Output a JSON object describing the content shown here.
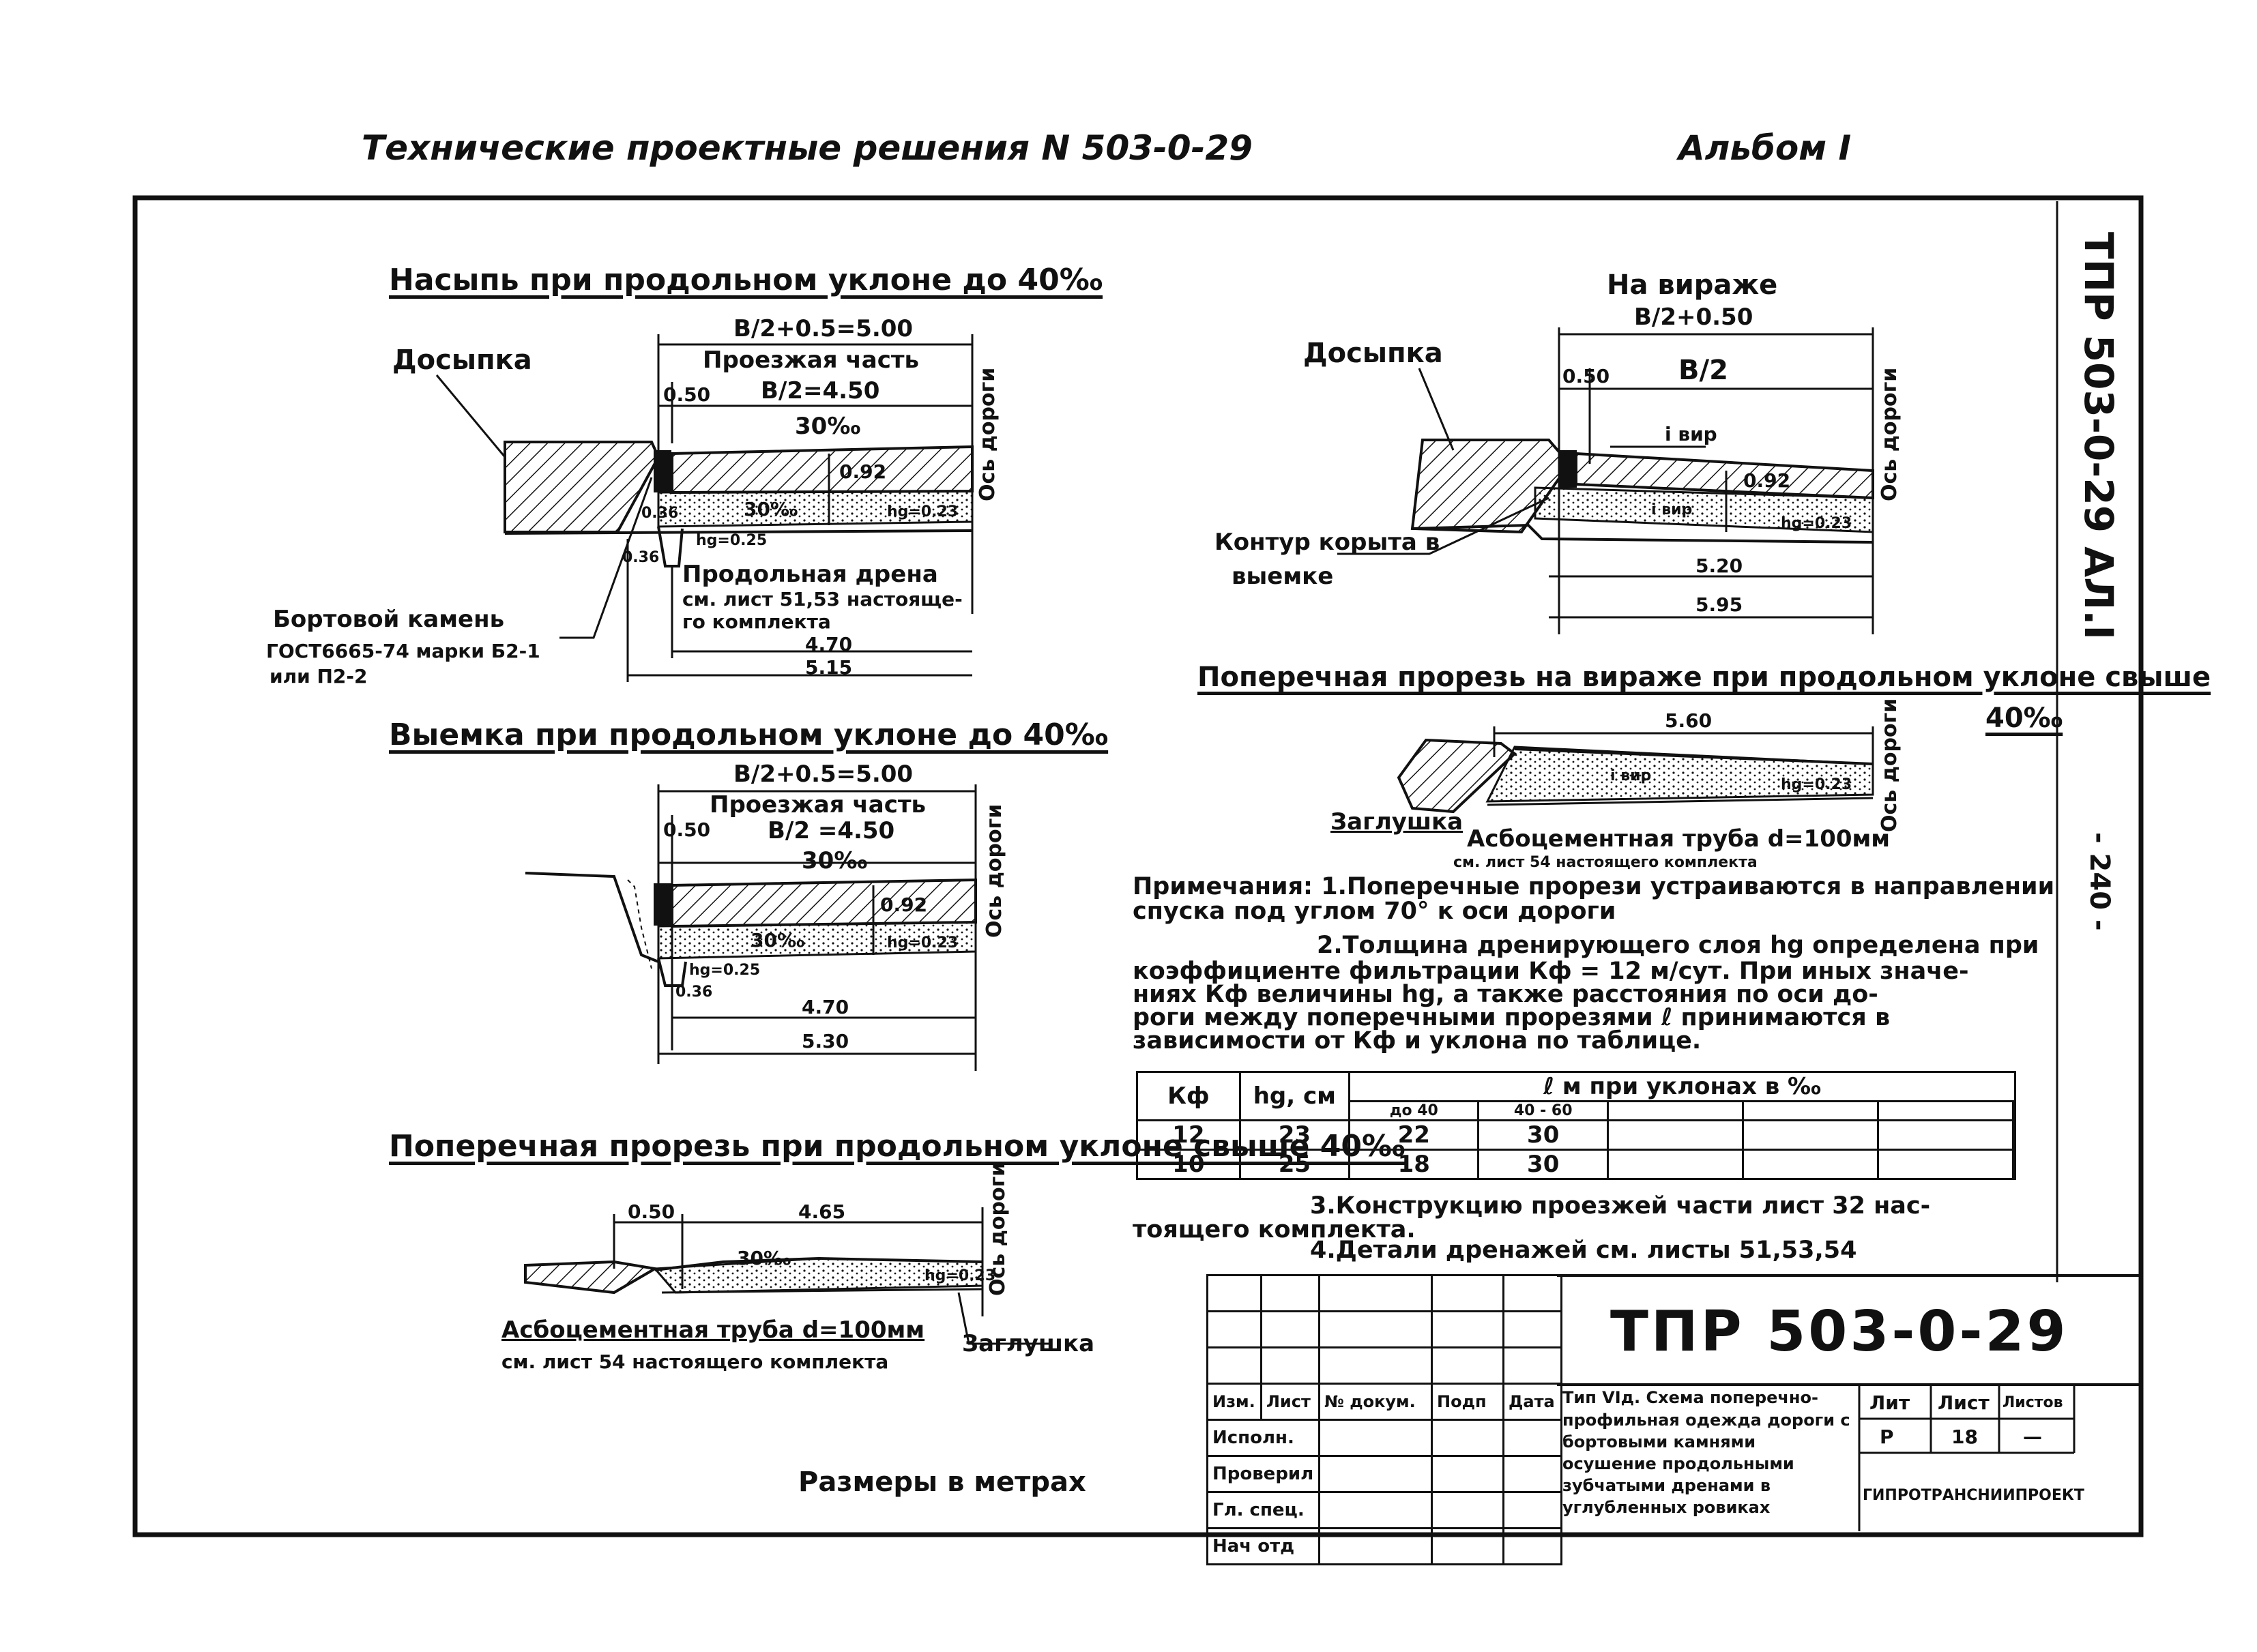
{
  "header": {
    "title": "Технические проектные решения N 503-0-29",
    "album": "Альбом I"
  },
  "side": {
    "code": "ТПР 503-0-29 АЛ.I",
    "page": "- 240 -"
  },
  "sections": {
    "fill": {
      "title": "Насыпь при продольном уклоне до 40‰",
      "top_dim": "B/2+0.5=5.00",
      "carriageway": "Проезжая часть",
      "half_width": "B/2=4.50",
      "shoulder": "0.50",
      "slope": "30‰",
      "layer_slope": "30‰",
      "thickness": "0.92",
      "hd": "hg=0.23",
      "hd2": "hg=0.25",
      "axis": "Ось дороги",
      "fill_label": "Досыпка",
      "d036a": "0.36",
      "d036b": "0.36",
      "drain": "Продольная дрена",
      "drain_ref1": "см. лист 51,53 настояще-",
      "drain_ref2": "го комплекта",
      "d470": "4.70",
      "d515": "5.15",
      "curb1": "Бортовой камень",
      "curb2": "ГОСТ6665-74 марки Б2-1",
      "curb3": "или П2-2"
    },
    "cut": {
      "title": "Выемка при продольном уклоне до 40‰",
      "top_dim": "B/2+0.5=5.00",
      "carriageway": "Проезжая часть",
      "half_width": "B/2 =4.50",
      "shoulder": "0.50",
      "slope": "30‰",
      "layer_slope": "30‰",
      "thickness": "0.92",
      "hd": "hg=0.23",
      "hd2": "hg=0.25",
      "d036": "0.36",
      "axis": "Ось дороги",
      "d470": "4.70",
      "d530": "5.30"
    },
    "transverse": {
      "title": "Поперечная прорезь при продольном уклоне свыше 40‰",
      "shoulder": "0.50",
      "width": "4.65",
      "slope": "30‰",
      "hd": "hg=0.23",
      "axis": "Ось дороги",
      "pipe": "Асбоцементная труба d=100мм",
      "pipe_ref": "см. лист 54 настоящего комплекта",
      "plug": "Заглушка"
    },
    "curve": {
      "title": "На вираже",
      "top_dim": "B/2+0.50",
      "half": "B/2",
      "shoulder": "0.50",
      "i_vir": "i вир",
      "i_vir2": "i вир",
      "thickness": "0.92",
      "hd": "hg=0.23",
      "fill_label": "Досыпка",
      "contour1": "Контур корыта в",
      "contour2": "выемке",
      "d520": "5.20",
      "d595": "5.95",
      "axis": "Ось дороги"
    },
    "curve_trans": {
      "title": "Поперечная прорезь на вираже при продольном уклоне свыше",
      "title2": "40‰",
      "width": "5.60",
      "i_vir": "i вир",
      "hd": "hg=0.23",
      "plug": "Заглушка",
      "pipe": "Асбоцементная труба d=100мм",
      "pipe_ref": "см. лист 54 настоящего комплекта",
      "axis": "Ось дороги"
    }
  },
  "notes": {
    "n1a": "Примечания: 1.Поперечные прорези устраиваются в направлении",
    "n1b": "спуска под углом 70° к оси дороги",
    "n2a": "2.Толщина дренирующего слоя hg определена при",
    "n2b": "коэффициенте фильтрации Кф = 12 м/сут. При иных значе-",
    "n2c": "ниях Кф величины hg, а также расстояния по оси до-",
    "n2d": "роги между поперечными прорезями ℓ принимаются в",
    "n2e": "зависимости от Кф и уклона по таблице.",
    "n3a": "3.Конструкцию проезжей части лист 32 нас-",
    "n3b": "тоящего комплекта.",
    "n4": "4.Детали дренажей см. листы 51,53,54"
  },
  "kf_table": {
    "h_kf": "Кф",
    "h_hd": "hg, см",
    "h_l": "ℓ м при уклонах в ‰",
    "sub1": "до 40",
    "sub2": "40 - 60",
    "rows": [
      [
        "12",
        "23",
        "22",
        "30"
      ],
      [
        "10",
        "25",
        "18",
        "30"
      ]
    ]
  },
  "stamp": {
    "code": "ТПР 503-0-29",
    "cols": [
      "Изм.",
      "Лист",
      "№ докум.",
      "Подп",
      "Дата"
    ],
    "roles": [
      "Исполн.",
      "Проверил",
      "Гл. спец.",
      "Нач отд"
    ],
    "desc1": "Тип VIд. Схема поперечно-",
    "desc2": "профильная одежда дороги с",
    "desc3": "бортовыми камнями",
    "desc4": "осушение продольными",
    "desc5": "зубчатыми дренами в",
    "desc6": "углубленных ровиках",
    "h_stage": "Лит",
    "h_sheet": "Лист",
    "h_sheets": "Листов",
    "stage": "Р",
    "sheet": "18",
    "sheets": "—",
    "org": "ГИПРОТРАНСНИИПРОЕКТ"
  },
  "footer": {
    "units": "Размеры в метрах"
  }
}
